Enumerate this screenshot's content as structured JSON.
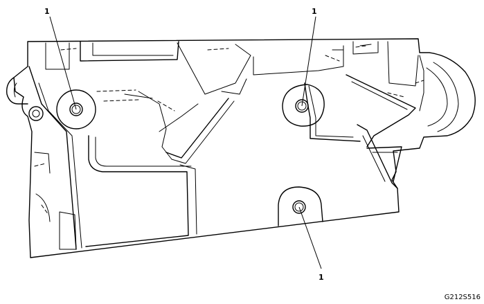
{
  "callouts": [
    {
      "id": "bolt-left",
      "label": "1"
    },
    {
      "id": "bolt-right",
      "label": "1"
    },
    {
      "id": "bolt-bottom",
      "label": "1"
    }
  ],
  "figure_id": "G212S516",
  "colors": {
    "line": "#000000",
    "background": "#ffffff"
  }
}
